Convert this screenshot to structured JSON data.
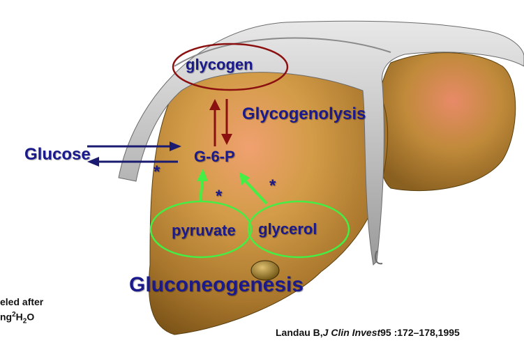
{
  "labels": {
    "glycogen": "glycogen",
    "glycogenolysis": "Glycogenolysis",
    "glucose": "Glucose",
    "g6p": "G-6-P",
    "pyruvate": "pyruvate",
    "glycerol": "glycerol",
    "gluconeogenesis": "Gluconeogenesis",
    "star1": "*",
    "star2": "*",
    "star3": "*",
    "note_line1": "eled after",
    "note_line2_prefix": "ng",
    "note_sup": "2",
    "note_h": "H",
    "note_sub": "2",
    "note_o": "O",
    "citation_prefix": "Landau B,",
    "citation_journal": "J Clin Invest",
    "citation_rest": "95 :172–178,1995"
  },
  "colors": {
    "text_blue": "#1a1a8c",
    "glycogen_ellipse": "#8b1010",
    "substrate_ellipse": "#44ee44",
    "green_arrow": "#44ee44",
    "glycogen_arrow": "#8b1010",
    "glucose_arrow": "#1a1a70",
    "liver_fill": "#c9963f",
    "membrane_fill": "#b8b8b8"
  },
  "icons": {
    "organ": "liver-illustration"
  }
}
